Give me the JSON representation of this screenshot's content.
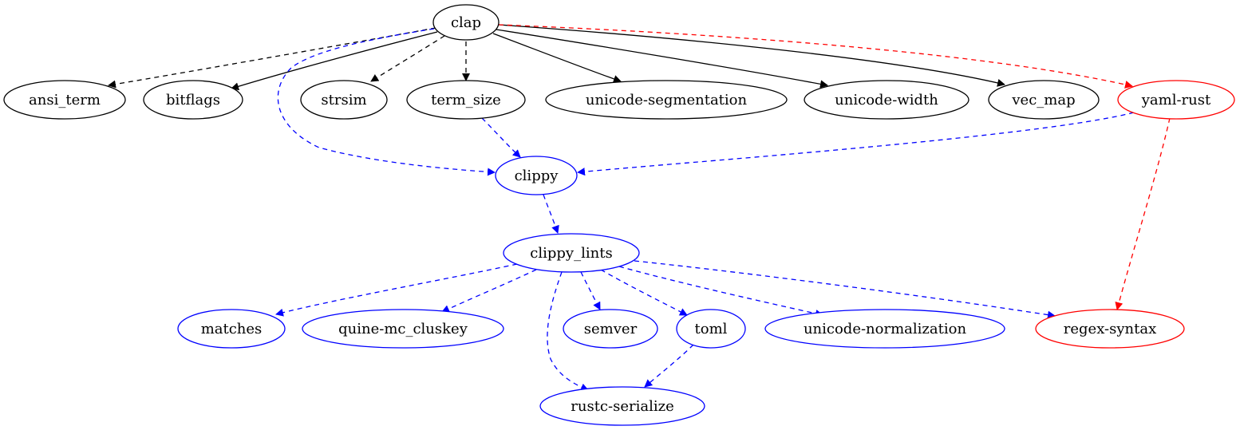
{
  "colors": {
    "black": "#000000",
    "blue": "#0000ff",
    "red": "#ff0000"
  },
  "nodes": [
    {
      "id": "clap",
      "label": "clap",
      "color": "black"
    },
    {
      "id": "ansi_term",
      "label": "ansi_term",
      "color": "black"
    },
    {
      "id": "bitflags",
      "label": "bitflags",
      "color": "black"
    },
    {
      "id": "strsim",
      "label": "strsim",
      "color": "black"
    },
    {
      "id": "term_size",
      "label": "term_size",
      "color": "black"
    },
    {
      "id": "unicode_segmentation",
      "label": "unicode-segmentation",
      "color": "black"
    },
    {
      "id": "unicode_width",
      "label": "unicode-width",
      "color": "black"
    },
    {
      "id": "vec_map",
      "label": "vec_map",
      "color": "black"
    },
    {
      "id": "yaml_rust",
      "label": "yaml-rust",
      "color": "red"
    },
    {
      "id": "clippy",
      "label": "clippy",
      "color": "blue"
    },
    {
      "id": "clippy_lints",
      "label": "clippy_lints",
      "color": "blue"
    },
    {
      "id": "matches",
      "label": "matches",
      "color": "blue"
    },
    {
      "id": "quine_mc_cluskey",
      "label": "quine-mc_cluskey",
      "color": "blue"
    },
    {
      "id": "semver",
      "label": "semver",
      "color": "blue"
    },
    {
      "id": "toml",
      "label": "toml",
      "color": "blue"
    },
    {
      "id": "unicode_normalization",
      "label": "unicode-normalization",
      "color": "blue"
    },
    {
      "id": "regex_syntax",
      "label": "regex-syntax",
      "color": "red"
    },
    {
      "id": "rustc_serialize",
      "label": "rustc-serialize",
      "color": "blue"
    }
  ],
  "edges": [
    {
      "from": "clap",
      "to": "ansi_term",
      "style": "dashed",
      "color": "black"
    },
    {
      "from": "clap",
      "to": "bitflags",
      "style": "solid",
      "color": "black"
    },
    {
      "from": "clap",
      "to": "strsim",
      "style": "dashed",
      "color": "black"
    },
    {
      "from": "clap",
      "to": "term_size",
      "style": "dashed",
      "color": "black"
    },
    {
      "from": "clap",
      "to": "unicode_segmentation",
      "style": "solid",
      "color": "black"
    },
    {
      "from": "clap",
      "to": "unicode_width",
      "style": "solid",
      "color": "black"
    },
    {
      "from": "clap",
      "to": "vec_map",
      "style": "solid",
      "color": "black"
    },
    {
      "from": "clap",
      "to": "yaml_rust",
      "style": "dashed",
      "color": "red"
    },
    {
      "from": "clap",
      "to": "clippy",
      "style": "dashed",
      "color": "blue"
    },
    {
      "from": "term_size",
      "to": "clippy",
      "style": "dashed",
      "color": "blue"
    },
    {
      "from": "yaml_rust",
      "to": "clippy",
      "style": "dashed",
      "color": "blue"
    },
    {
      "from": "yaml_rust",
      "to": "regex_syntax",
      "style": "dashed",
      "color": "red"
    },
    {
      "from": "clippy",
      "to": "clippy_lints",
      "style": "dashed",
      "color": "blue"
    },
    {
      "from": "clippy_lints",
      "to": "matches",
      "style": "dashed",
      "color": "blue"
    },
    {
      "from": "clippy_lints",
      "to": "quine_mc_cluskey",
      "style": "dashed",
      "color": "blue"
    },
    {
      "from": "clippy_lints",
      "to": "semver",
      "style": "dashed",
      "color": "blue"
    },
    {
      "from": "clippy_lints",
      "to": "toml",
      "style": "dashed",
      "color": "blue"
    },
    {
      "from": "clippy_lints",
      "to": "unicode_normalization",
      "style": "dashed",
      "color": "blue"
    },
    {
      "from": "clippy_lints",
      "to": "regex_syntax",
      "style": "dashed",
      "color": "blue"
    },
    {
      "from": "clippy_lints",
      "to": "rustc_serialize",
      "style": "dashed",
      "color": "blue"
    },
    {
      "from": "toml",
      "to": "rustc_serialize",
      "style": "dashed",
      "color": "blue"
    }
  ]
}
